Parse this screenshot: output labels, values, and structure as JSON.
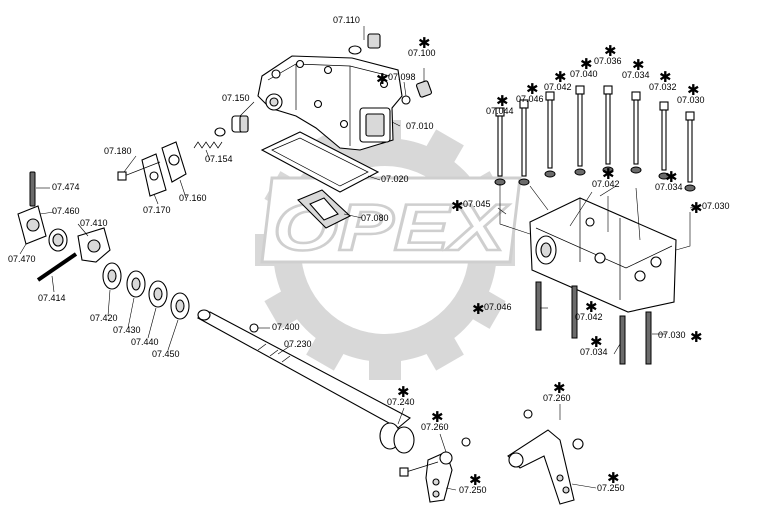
{
  "watermark": {
    "text": "OPEX",
    "gear_color": "#d8d8d8"
  },
  "labels": [
    {
      "id": "p07110",
      "text": "07.110",
      "star": false
    },
    {
      "id": "p07100",
      "text": "07.100",
      "star": true
    },
    {
      "id": "p07098",
      "text": "07.098",
      "star": true
    },
    {
      "id": "p07150",
      "text": "07.150",
      "star": false
    },
    {
      "id": "p07010",
      "text": "07.010",
      "star": false
    },
    {
      "id": "p07180",
      "text": "07.180",
      "star": false
    },
    {
      "id": "p07154",
      "text": "07.154",
      "star": false
    },
    {
      "id": "p07160",
      "text": "07.160",
      "star": false
    },
    {
      "id": "p07170",
      "text": "07.170",
      "star": false
    },
    {
      "id": "p07020",
      "text": "07.020",
      "star": false
    },
    {
      "id": "p07080",
      "text": "07.080",
      "star": false
    },
    {
      "id": "p07474",
      "text": "07.474",
      "star": false
    },
    {
      "id": "p07460",
      "text": "07.460",
      "star": false
    },
    {
      "id": "p07410",
      "text": "07.410",
      "star": false
    },
    {
      "id": "p07470",
      "text": "07.470",
      "star": false
    },
    {
      "id": "p07414",
      "text": "07.414",
      "star": false
    },
    {
      "id": "p07420",
      "text": "07.420",
      "star": false
    },
    {
      "id": "p07430",
      "text": "07.430",
      "star": false
    },
    {
      "id": "p07440",
      "text": "07.440",
      "star": false
    },
    {
      "id": "p07450",
      "text": "07.450",
      "star": false
    },
    {
      "id": "p07400",
      "text": "07.400",
      "star": false
    },
    {
      "id": "p07230",
      "text": "07.230",
      "star": false
    },
    {
      "id": "p07240",
      "text": "07.240",
      "star": true
    },
    {
      "id": "p07260a",
      "text": "07.260",
      "star": true
    },
    {
      "id": "p07250a",
      "text": "07.250",
      "star": true
    },
    {
      "id": "p07260b",
      "text": "07.260",
      "star": true
    },
    {
      "id": "p07250b",
      "text": "07.250",
      "star": true
    },
    {
      "id": "p07036",
      "text": "07.036",
      "star": true
    },
    {
      "id": "p07040",
      "text": "07.040",
      "star": true
    },
    {
      "id": "p07034t",
      "text": "07.034",
      "star": true
    },
    {
      "id": "p07042t",
      "text": "07.042",
      "star": true
    },
    {
      "id": "p07046t",
      "text": "07.046",
      "star": true
    },
    {
      "id": "p07032",
      "text": "07.032",
      "star": true
    },
    {
      "id": "p07044",
      "text": "07.044",
      "star": true
    },
    {
      "id": "p07030t",
      "text": "07.030",
      "star": true
    },
    {
      "id": "p07042m",
      "text": "07.042",
      "star": true
    },
    {
      "id": "p07034m",
      "text": "07.034",
      "star": true
    },
    {
      "id": "p07030m",
      "text": "07.030",
      "star": true
    },
    {
      "id": "p07045",
      "text": "07.045",
      "star": true
    },
    {
      "id": "p07046b",
      "text": "07.046",
      "star": true
    },
    {
      "id": "p07042b",
      "text": "07.042",
      "star": true
    },
    {
      "id": "p07030b",
      "text": "07.030",
      "star": true
    },
    {
      "id": "p07034b",
      "text": "07.034",
      "star": true
    }
  ]
}
